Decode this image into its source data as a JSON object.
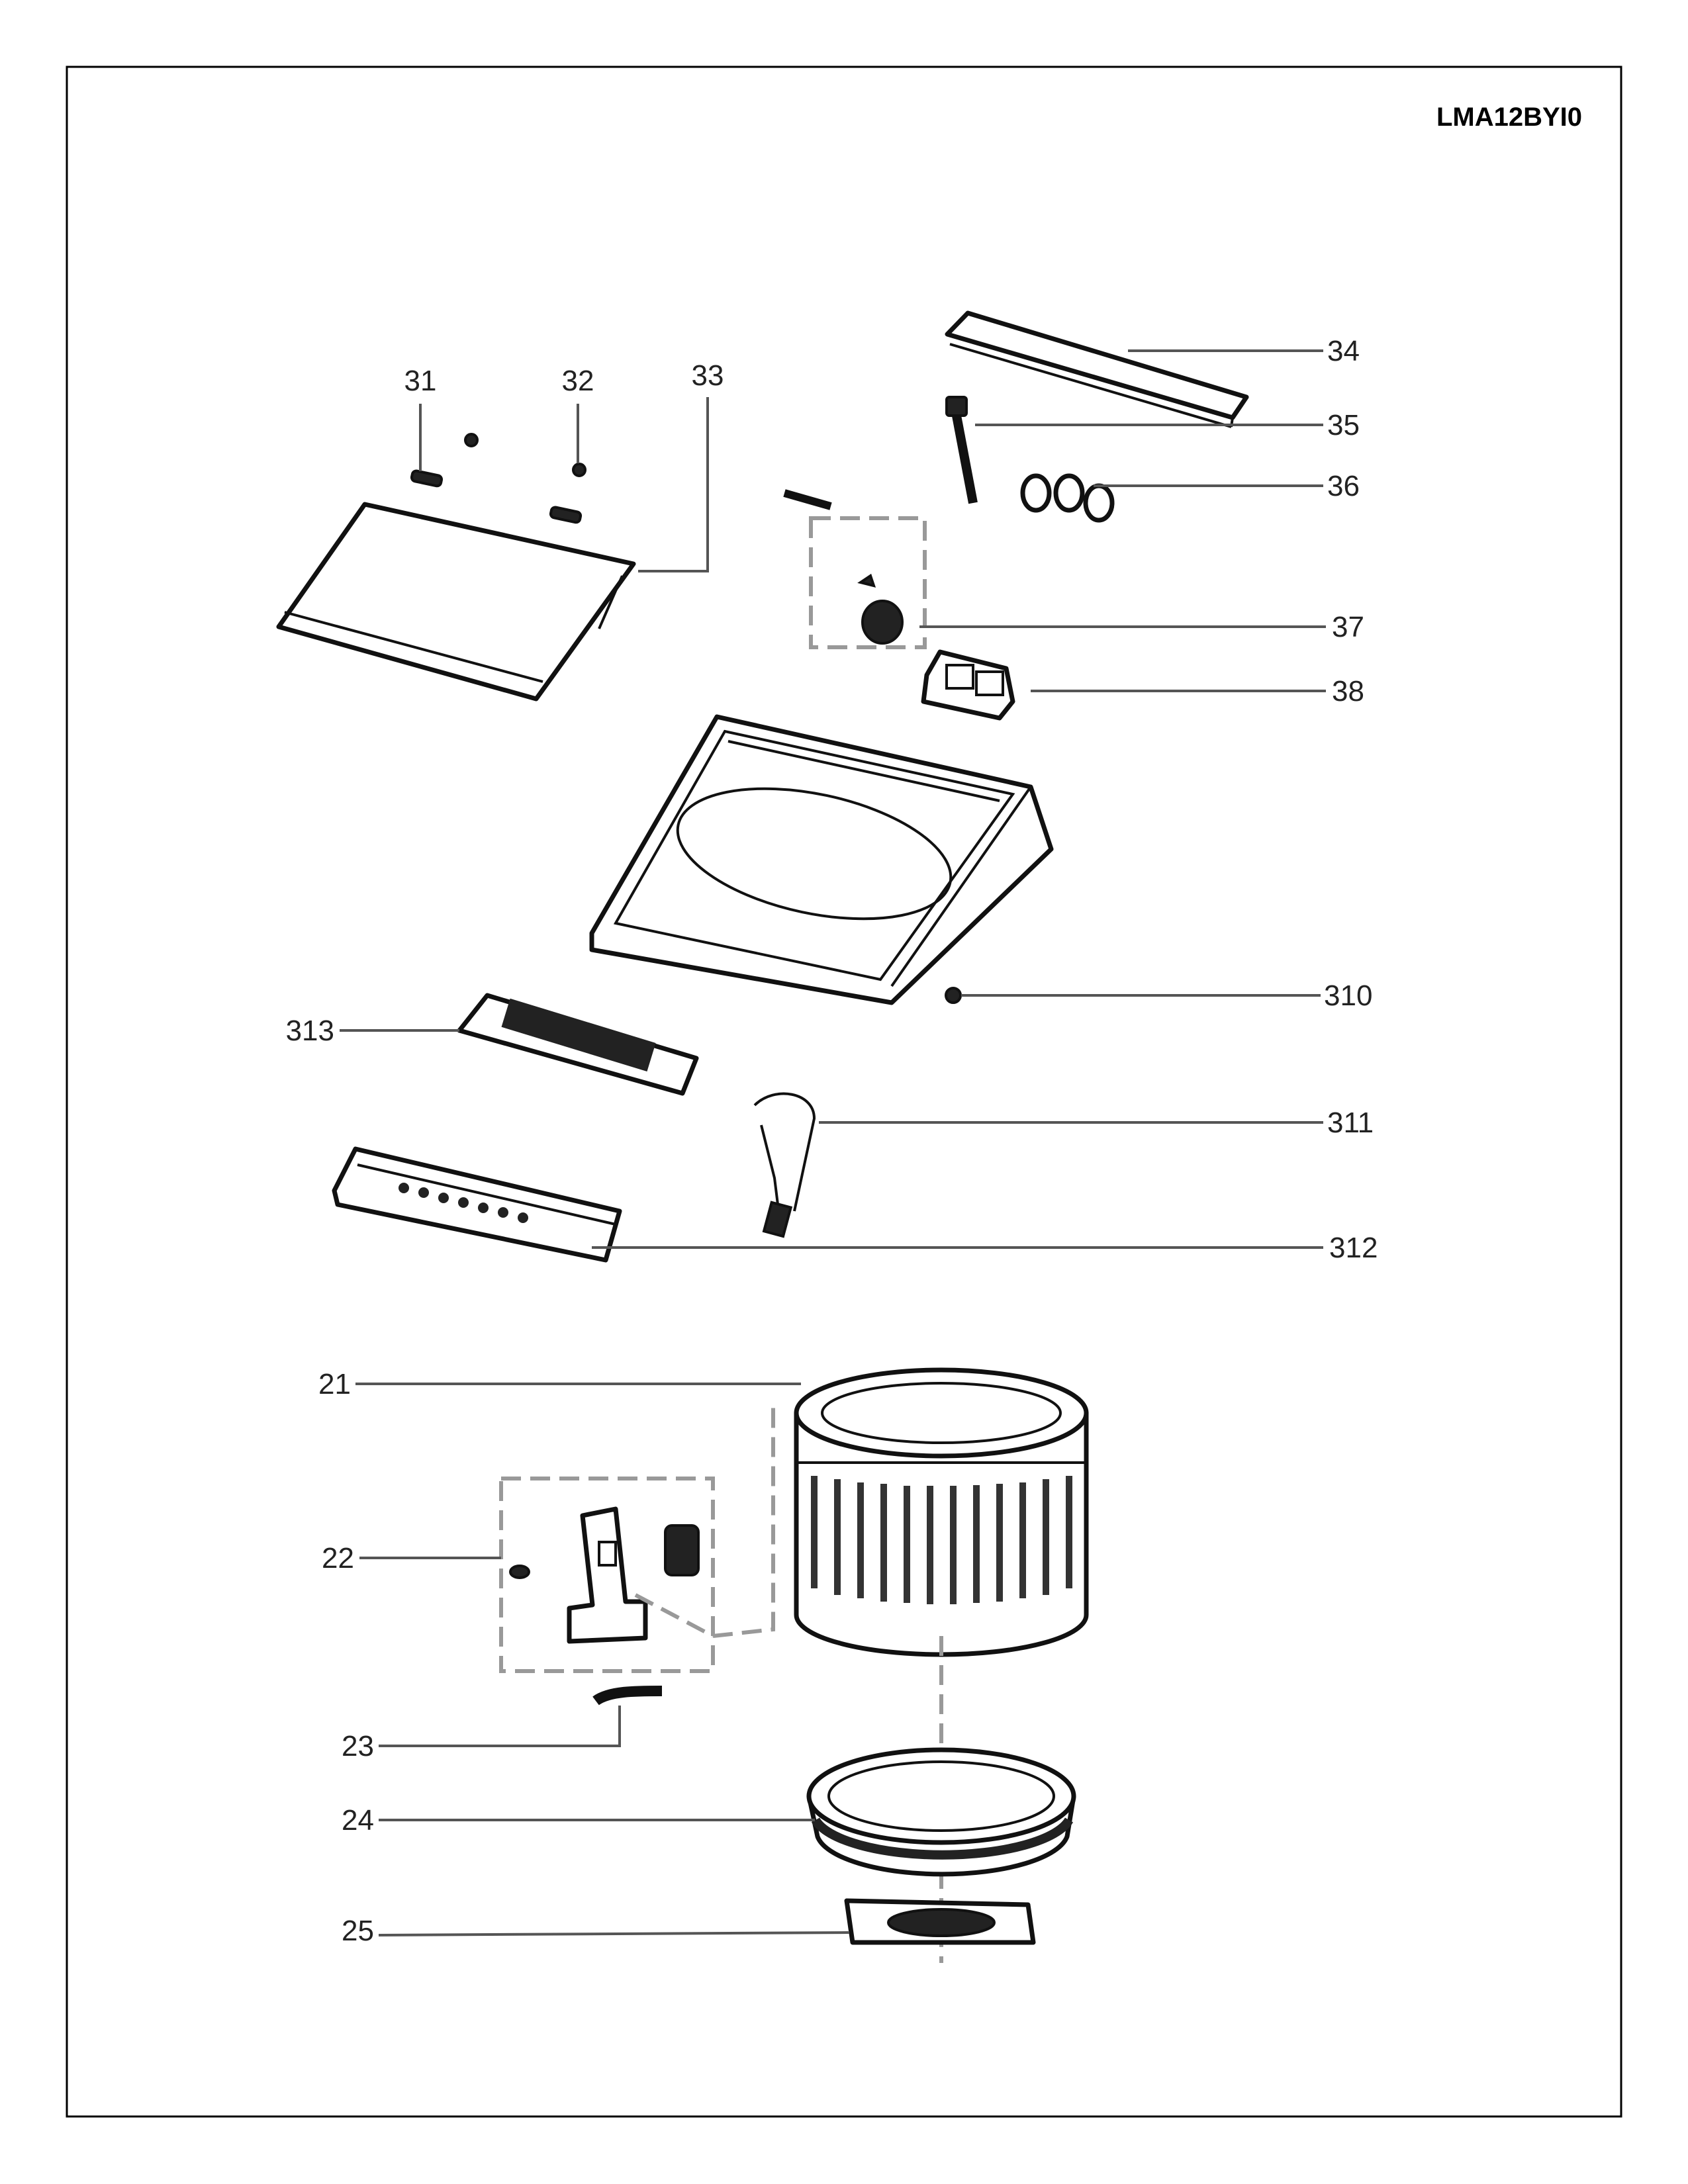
{
  "model": "LMA12BYI0",
  "parts": {
    "p31": "31",
    "p32": "32",
    "p33": "33",
    "p34": "34",
    "p35": "35",
    "p36": "36",
    "p37": "37",
    "p38": "38",
    "p310": "310",
    "p311": "311",
    "p312": "312",
    "p313": "313",
    "p21": "21",
    "p22": "22",
    "p23": "23",
    "p24": "24",
    "p25": "25"
  }
}
